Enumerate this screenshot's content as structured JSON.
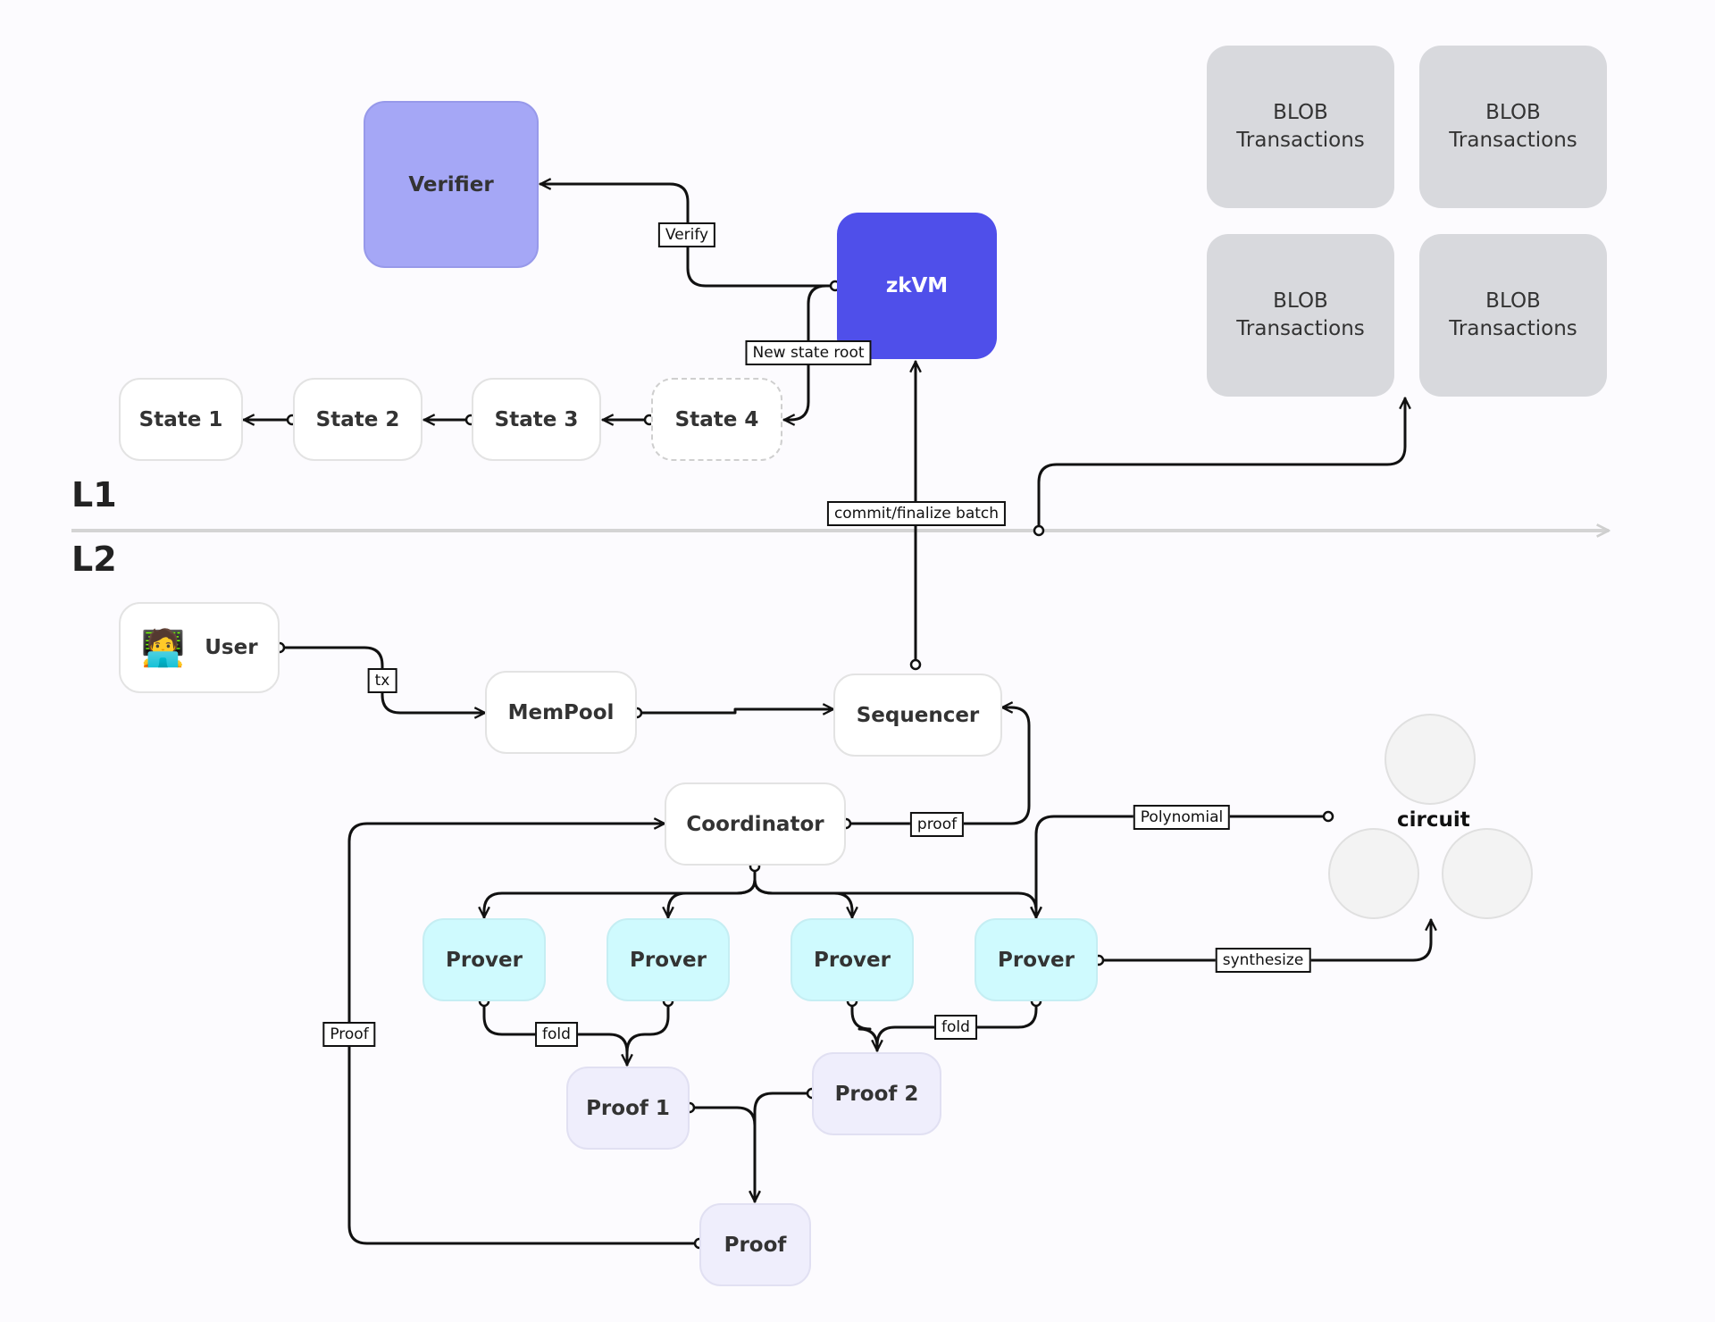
{
  "layers": {
    "l1": "L1",
    "l2": "L2"
  },
  "nodes": {
    "verifier": "Verifier",
    "zkvm": "zkVM",
    "state1": "State 1",
    "state2": "State 2",
    "state3": "State 3",
    "state4": "State 4",
    "blob1": "BLOB\nTransactions",
    "blob2": "BLOB\nTransactions",
    "blob3": "BLOB\nTransactions",
    "blob4": "BLOB\nTransactions",
    "user": "User",
    "user_icon": "🧑‍💻",
    "mempool": "MemPool",
    "sequencer": "Sequencer",
    "coordinator": "Coordinator",
    "prover1": "Prover",
    "prover2": "Prover",
    "prover3": "Prover",
    "prover4": "Prover",
    "proof1": "Proof 1",
    "proof2": "Proof 2",
    "proof": "Proof",
    "circuit": "circuit"
  },
  "edge_labels": {
    "verify": "Verify",
    "new_state_root": "New state root",
    "commit": "commit/finalize batch",
    "tx": "tx",
    "proof_small": "proof",
    "polynomial": "Polynomial",
    "synthesize": "synthesize",
    "fold_left": "fold",
    "fold_right": "fold",
    "proof_loop": "Proof"
  }
}
